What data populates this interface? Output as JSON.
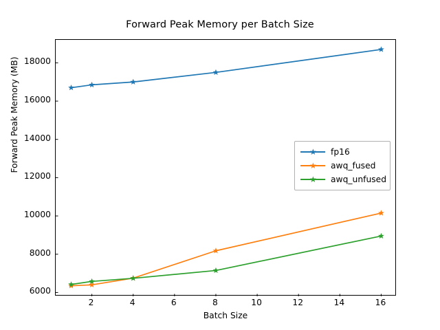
{
  "chart_data": {
    "type": "line",
    "title": "Forward Peak Memory per Batch Size",
    "xlabel": "Batch Size",
    "ylabel": "Forward Peak Memory (MB)",
    "x": [
      1,
      2,
      4,
      8,
      16
    ],
    "xlim": [
      0.25,
      16.75
    ],
    "ylim": [
      5800,
      19200
    ],
    "xticks": [
      2,
      4,
      6,
      8,
      10,
      12,
      14,
      16
    ],
    "xticklabels": [
      "2",
      "4",
      "6",
      "8",
      "10",
      "12",
      "14",
      "16"
    ],
    "yticks": [
      6000,
      8000,
      10000,
      12000,
      14000,
      16000,
      18000
    ],
    "yticklabels": [
      "6000",
      "8000",
      "10000",
      "12000",
      "14000",
      "16000",
      "18000"
    ],
    "grid": false,
    "legend_position": "center-right",
    "marker": "star",
    "series": [
      {
        "name": "fp16",
        "color": "#1f77b4",
        "values": [
          16700,
          16850,
          17000,
          17500,
          18700
        ]
      },
      {
        "name": "awq_fused",
        "color": "#ff7f0e",
        "values": [
          6350,
          6400,
          6750,
          8180,
          10150
        ]
      },
      {
        "name": "awq_unfused",
        "color": "#2ca02c",
        "values": [
          6420,
          6580,
          6740,
          7150,
          8950
        ]
      }
    ]
  },
  "legend": {
    "items": [
      {
        "label": "fp16",
        "color": "#1f77b4"
      },
      {
        "label": "awq_fused",
        "color": "#ff7f0e"
      },
      {
        "label": "awq_unfused",
        "color": "#2ca02c"
      }
    ]
  }
}
